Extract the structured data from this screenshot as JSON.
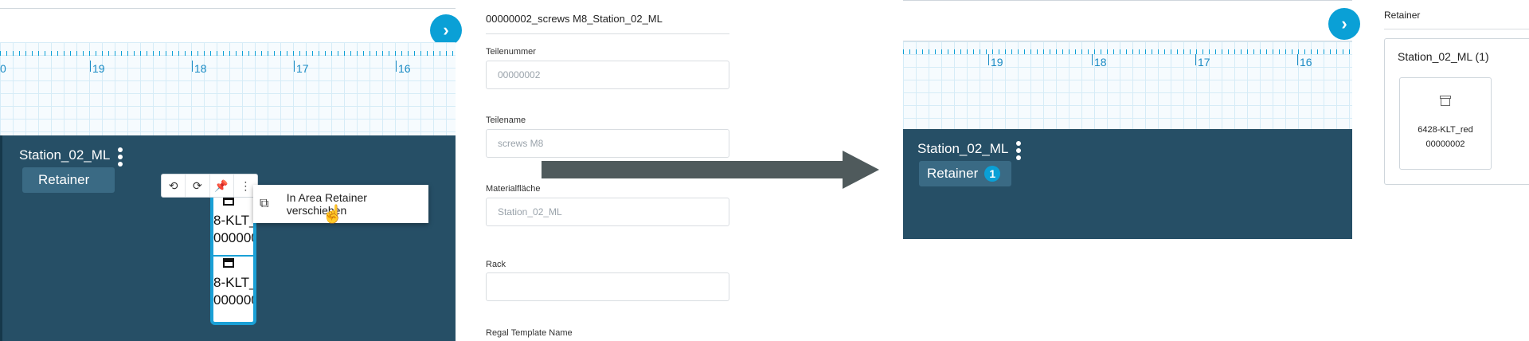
{
  "left_panel": {
    "station_title": "Station_02_ML",
    "area_tag": "Retainer",
    "ruler_labels": [
      "0",
      "19",
      "18",
      "17",
      "16"
    ],
    "toolbar_icons": [
      "rotate-left-icon",
      "rotate-right-icon",
      "pin-icon",
      "more-vertical-icon"
    ],
    "context_menu_item": "In Area Retainer verschieben",
    "bin_items": [
      {
        "line1": "8-KLT_",
        "line2": "000000"
      },
      {
        "line1": "8-KLT_",
        "line2": "000000"
      }
    ],
    "accent_color": "#0aa0d6",
    "area_color": "#264f66"
  },
  "form": {
    "title": "00000002_screws M8_Station_02_ML",
    "fields": [
      {
        "label": "Teilenummer",
        "value": "00000002"
      },
      {
        "label": "Teilename",
        "value": "screws M8"
      },
      {
        "label": "Materialfläche",
        "value": "Station_02_ML"
      },
      {
        "label": "Rack",
        "value": ""
      },
      {
        "label": "Regal Template Name",
        "value": ""
      }
    ]
  },
  "right_panel": {
    "ruler_labels": [
      "19",
      "18",
      "17",
      "16"
    ],
    "station_title": "Station_02_ML",
    "area_tag": "Retainer",
    "badge_count": "1"
  },
  "side_panel": {
    "section_label": "Retainer",
    "card_title": "Station_02_ML (1)",
    "tile_line1": "6428-KLT_red",
    "tile_line2": "00000002"
  }
}
